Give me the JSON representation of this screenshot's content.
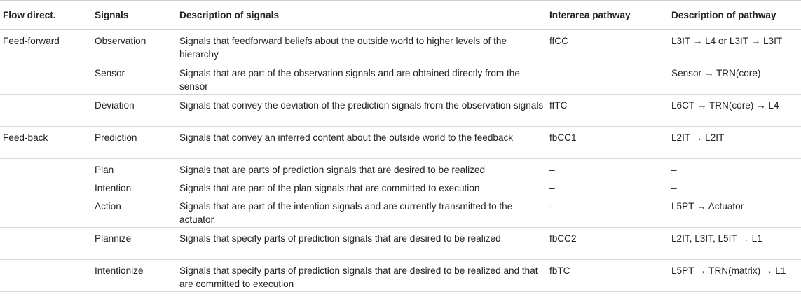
{
  "header": {
    "col0": "Flow direct.",
    "col1": "Signals",
    "col2": "Description of signals",
    "col3": "Interarea pathway",
    "col4": "Description of pathway"
  },
  "rows": [
    {
      "flow": "Feed-forward",
      "signal": "Observation",
      "desc": "Signals that feedforward beliefs about the outside world to higher levels of the hierarchy",
      "pathway": "ffCC",
      "path_desc": "L3IT → L4 or L3IT → L3IT"
    },
    {
      "flow": "",
      "signal": "Sensor",
      "desc": "Signals that are part of the observation signals and are obtained directly from the sensor",
      "pathway": "–",
      "path_desc": "Sensor → TRN(core)"
    },
    {
      "flow": "",
      "signal": "Deviation",
      "desc": "Signals that convey the deviation of the prediction signals from the observation signals",
      "pathway": "ffTC",
      "path_desc": "L6CT → TRN(core) → L4"
    },
    {
      "flow": "Feed-back",
      "signal": "Prediction",
      "desc": "Signals that convey an inferred content about the outside world to the feedback",
      "pathway": "fbCC1",
      "path_desc": "L2IT → L2IT"
    },
    {
      "flow": "",
      "signal": "Plan",
      "desc": "Signals that are parts of prediction signals that are desired to be realized",
      "pathway": "–",
      "path_desc": "–"
    },
    {
      "flow": "",
      "signal": "Intention",
      "desc": "Signals that are part of the plan signals that are committed to execution",
      "pathway": "–",
      "path_desc": "–"
    },
    {
      "flow": "",
      "signal": "Action",
      "desc": "Signals that are part of the intention signals and are currently transmitted to the actuator",
      "pathway": "-",
      "path_desc": "L5PT → Actuator"
    },
    {
      "flow": "",
      "signal": "Plannize",
      "desc": "Signals that specify parts of prediction signals that are desired to be realized",
      "pathway": "fbCC2",
      "path_desc": "L2IT, L3IT, L5IT → L1"
    },
    {
      "flow": "",
      "signal": "Intentionize",
      "desc": "Signals that specify parts of prediction signals that are desired to be realized and that are committed to execution",
      "pathway": "fbTC",
      "path_desc": "L5PT → TRN(matrix) → L1"
    }
  ]
}
